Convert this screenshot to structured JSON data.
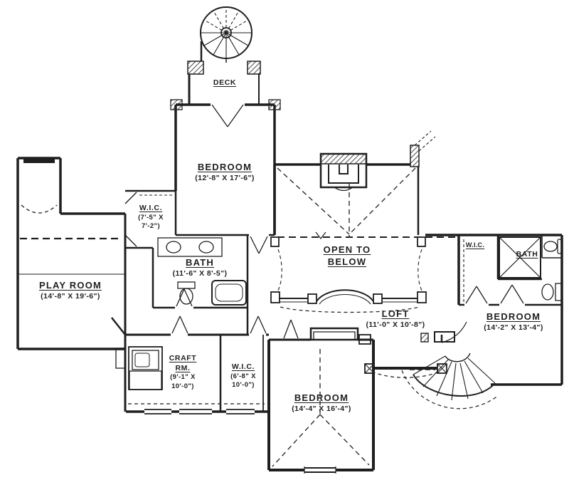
{
  "colors": {
    "ink": "#1f1f1f",
    "paper": "#ffffff"
  },
  "rooms": {
    "deck": {
      "name": "DECK"
    },
    "bedroom_top": {
      "name": "BEDROOM",
      "dims": "(12'-8\" X 17'-6\")"
    },
    "wic_top": {
      "name": "W.I.C.",
      "dims_line1": "(7'-5\" X",
      "dims_line2": "7'-2\")"
    },
    "bath_main": {
      "name": "BATH",
      "dims": "(11'-6\" X 8'-5\")"
    },
    "play_room": {
      "name": "PLAY ROOM",
      "dims": "(14'-8\" X 19'-6\")"
    },
    "open_below": {
      "name_line1": "OPEN TO",
      "name_line2": "BELOW"
    },
    "loft": {
      "name": "LOFT",
      "dims": "(11'-0\" X 10'-8\")"
    },
    "wic_right": {
      "name": "W.I.C."
    },
    "bath_right": {
      "name": "BATH"
    },
    "bedroom_right": {
      "name": "BEDROOM",
      "dims": "(14'-2\" X 13'-4\")"
    },
    "craft": {
      "name_line1": "CRAFT",
      "name_line2": "RM.",
      "dims_line1": "(9'-1\" X",
      "dims_line2": "10'-0\")"
    },
    "wic_bottom": {
      "name": "W.I.C.",
      "dims_line1": "(6'-8\" X",
      "dims_line2": "10'-0\")"
    },
    "bedroom_bottom": {
      "name": "BEDROOM",
      "dims": "(14'-4\" X 16'-4\")"
    }
  }
}
